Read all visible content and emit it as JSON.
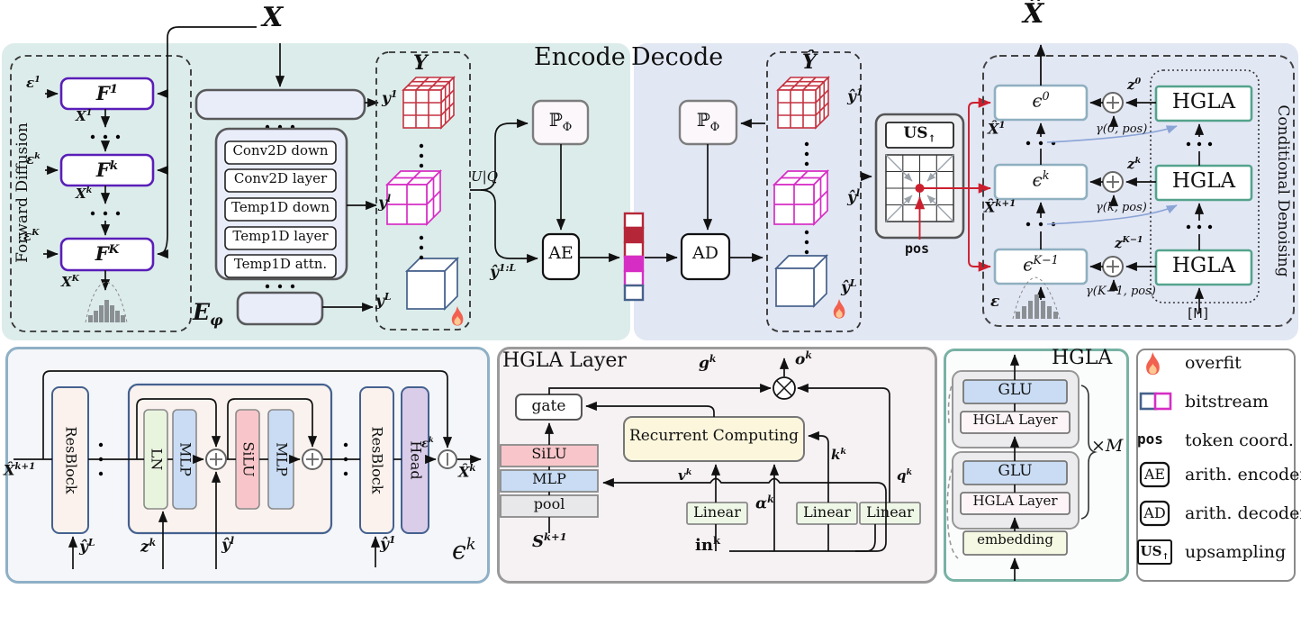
{
  "titles": {
    "x": "X",
    "xhat": "X̂",
    "encode": "Encode",
    "decode": "Decode",
    "forward_diffusion": "Forward Diffusion",
    "conditional_denoising": "Conditional Denoising",
    "hgla_layer_panel": "HGLA Layer",
    "hgla_panel": "HGLA"
  },
  "colors": {
    "encode_bg": "#dcecea",
    "decode_bg": "#e2e7f4",
    "cube_red": "#c43240",
    "cube_magenta": "#d62ec4",
    "cube_navy": "#46618c",
    "f_box_border": "#5a1eb8",
    "eps_box_border": "#8fb0c0",
    "hgla_border": "#54a38c",
    "red_arrow": "#cc1f2e",
    "blue_arrow": "#8aa4d6"
  },
  "fd": {
    "eps1": {
      "b": "ε",
      "s": "1"
    },
    "epsk": {
      "b": "ε",
      "s": "k"
    },
    "epsK": {
      "b": "ε",
      "s": "K"
    },
    "f1": {
      "b": "F",
      "s": "1"
    },
    "fk": {
      "b": "F",
      "s": "k"
    },
    "fK": {
      "b": "F",
      "s": "K"
    },
    "x1": {
      "b": "X",
      "s": "1"
    },
    "xk": {
      "b": "X",
      "s": "k"
    },
    "xK": {
      "b": "X",
      "s": "K"
    }
  },
  "enc": {
    "ephi": {
      "b": "E",
      "u": "φ"
    },
    "ops": [
      "Conv2D down",
      "Conv2D layer",
      "Temp1D down",
      "Temp1D layer",
      "Temp1D attn."
    ],
    "y_title": "Y",
    "y1": {
      "b": "y",
      "s": "1"
    },
    "yl": {
      "b": "y",
      "s": "l"
    },
    "yL": {
      "b": "y",
      "s": "L"
    },
    "uq": "U|Q",
    "pphi": {
      "b": "ℙ",
      "u": "Φ"
    },
    "yhat1L": {
      "b": "ŷ",
      "s": "1:L"
    },
    "ae": "AE"
  },
  "dec": {
    "pphi": {
      "b": "ℙ",
      "u": "Φ"
    },
    "ad": "AD",
    "yhat_title": "Ŷ",
    "yhat1": {
      "b": "ŷ",
      "s": "1"
    },
    "yhatl": {
      "b": "ŷ",
      "s": "l"
    },
    "yhatL": {
      "b": "ŷ",
      "s": "L"
    },
    "us": {
      "b": "US",
      "u": "↑"
    },
    "pos": "pos"
  },
  "cd": {
    "eps0": {
      "b": "ϵ",
      "s": "0"
    },
    "epsk": {
      "b": "ϵ",
      "s": "k"
    },
    "epsK1": {
      "b": "ϵ",
      "s": "K−1"
    },
    "xhat1": {
      "b": "X̂",
      "s": "1"
    },
    "xhatk1": {
      "b": "X̂",
      "s": "k+1"
    },
    "z0": {
      "b": "z",
      "s": "0"
    },
    "zk": {
      "b": "z",
      "s": "k"
    },
    "zK1": {
      "b": "z",
      "s": "K−1"
    },
    "g0": "γ(0, pos)",
    "gk": "γ(k, pos)",
    "gK1": "γ(K−1, pos)",
    "hgla": "HGLA",
    "m": "[M]",
    "eps": "ε"
  },
  "eps_net": {
    "xin": {
      "b": "X̂",
      "s": "k+1"
    },
    "resblock": "ResBlock",
    "ln": "LN",
    "mlp": "MLP",
    "silu": "SiLU",
    "head": "Head",
    "yhatL": {
      "b": "ŷ",
      "s": "L"
    },
    "zk": {
      "b": "z",
      "s": "k"
    },
    "yhatl": {
      "b": "ŷ",
      "s": "l"
    },
    "yhat1": {
      "b": "ŷ",
      "s": "1"
    },
    "epsk_small": {
      "b": "ε",
      "s": "k"
    },
    "xout": {
      "b": "X̂",
      "s": "k"
    },
    "epsk_big": {
      "b": "ϵ",
      "s": "k"
    }
  },
  "hgla_layer": {
    "gate": "gate",
    "gk": {
      "b": "g",
      "s": "k"
    },
    "ok": {
      "b": "o",
      "s": "k"
    },
    "rc": "Recurrent Computing",
    "silu": "SiLU",
    "mlp": "MLP",
    "pool": "pool",
    "S": {
      "b": "S",
      "s": "k+1"
    },
    "vk": {
      "b": "v",
      "s": "k"
    },
    "ak": {
      "b": "α",
      "s": "k"
    },
    "kk": {
      "b": "k",
      "s": "k"
    },
    "qk": {
      "b": "q",
      "s": "k"
    },
    "ink": {
      "b": "in",
      "s": "k"
    },
    "linear": "Linear"
  },
  "hgla": {
    "glu": "GLU",
    "layer": "HGLA Layer",
    "embedding": "embedding",
    "xM": "×M"
  },
  "legend": {
    "overfit": "overfit",
    "bitstream": "bitstream",
    "pos": "pos",
    "token": "token coord.",
    "ae": "AE",
    "arith_enc": "arith. encoder",
    "ad": "AD",
    "arith_dec": "arith. decoder",
    "us": {
      "b": "US",
      "u": "↑"
    },
    "upsampling": "upsampling"
  }
}
